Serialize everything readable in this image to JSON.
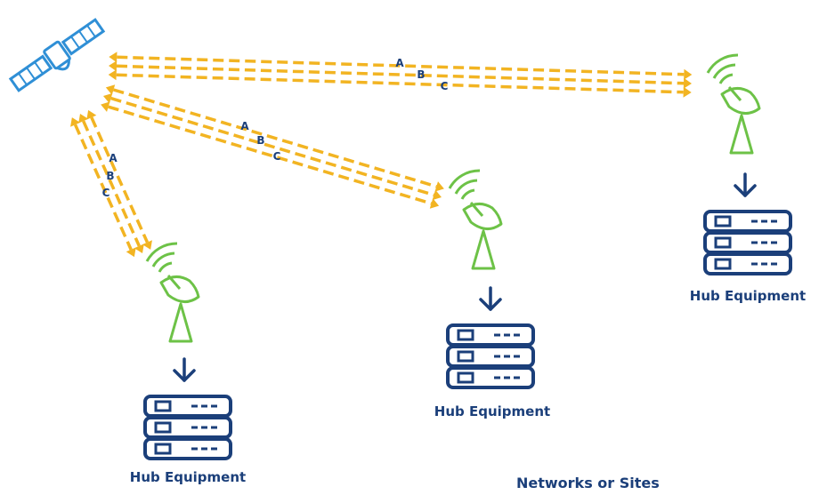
{
  "colors": {
    "beam": "#f2b422",
    "antenna": "#6dc247",
    "server": "#1b3f7a",
    "satellite": "#2f8fd6",
    "text": "#1b3f7a"
  },
  "icons": {
    "satellite": "satellite-icon",
    "antenna": "satellite-dish-icon",
    "arrow": "arrow-down-icon",
    "server": "server-rack-icon"
  },
  "link_letters": [
    "A",
    "B",
    "C"
  ],
  "sites": [
    {
      "id": "site-1",
      "label": "Hub Equipment"
    },
    {
      "id": "site-2",
      "label": "Hub Equipment"
    },
    {
      "id": "site-3",
      "label": "Hub Equipment"
    }
  ],
  "footer": {
    "networks_label": "Networks or Sites"
  }
}
